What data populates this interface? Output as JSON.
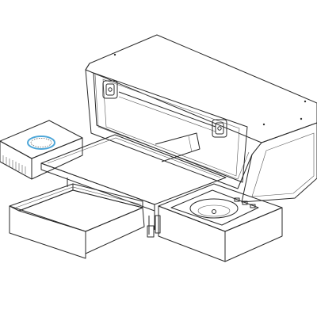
{
  "figure": {
    "kind": "isometric line drawing of a truck toolbox unit with slide-out tray, drawer, cooktop and sink module",
    "colors": {
      "line": "#2a2a2a",
      "panel_light": "#f4f4f4",
      "panel_shade": "#d9d9d9",
      "panel_dark": "#8f8f8f",
      "glass_ring": "#4da6d8"
    },
    "components": [
      {
        "id": "toolbox-body",
        "icon": "box-icon"
      },
      {
        "id": "open-lid",
        "icon": "lid-icon"
      },
      {
        "id": "latch-left",
        "icon": "latch-icon"
      },
      {
        "id": "latch-right",
        "icon": "latch-icon"
      },
      {
        "id": "slide-tray",
        "icon": "tray-icon"
      },
      {
        "id": "cooktop-module",
        "icon": "burner-icon"
      },
      {
        "id": "drawer",
        "icon": "drawer-icon"
      },
      {
        "id": "sink-module",
        "icon": "sink-icon"
      }
    ]
  }
}
